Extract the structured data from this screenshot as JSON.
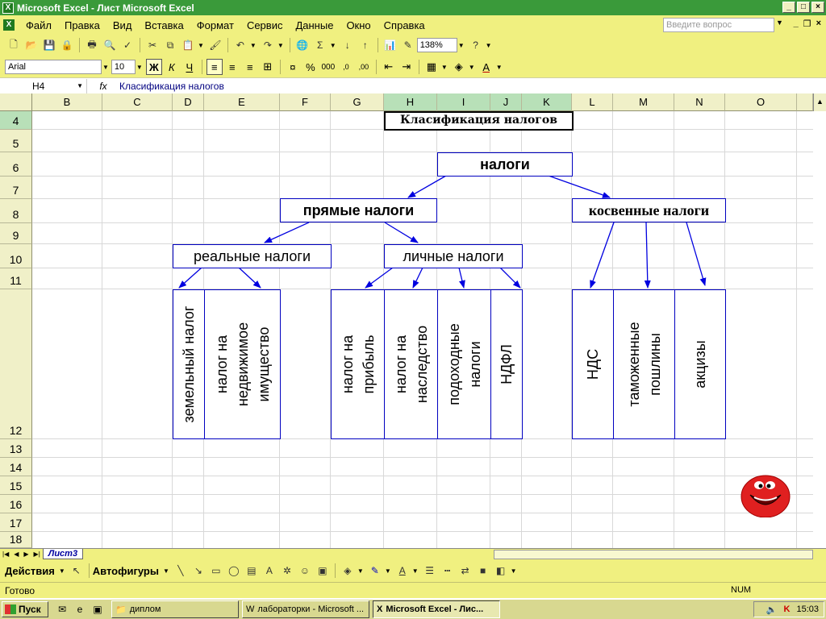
{
  "window": {
    "title": "Microsoft Excel - Лист Microsoft Excel",
    "icon": "excel-icon"
  },
  "menu": {
    "items": [
      "Файл",
      "Правка",
      "Вид",
      "Вставка",
      "Формат",
      "Сервис",
      "Данные",
      "Окно",
      "Справка"
    ],
    "ask_placeholder": "Введите вопрос"
  },
  "toolbar": {
    "zoom": "138%",
    "font": "Arial",
    "size": "10",
    "bold_label": "Ж",
    "italic_label": "К",
    "underline_label": "Ч"
  },
  "formula_bar": {
    "name_box": "H4",
    "fx": "fx",
    "content": "Класификация налогов"
  },
  "grid": {
    "columns": [
      "B",
      "C",
      "D",
      "E",
      "F",
      "G",
      "H",
      "I",
      "J",
      "K",
      "L",
      "M",
      "N",
      "O"
    ],
    "rows": [
      "4",
      "5",
      "6",
      "7",
      "8",
      "9",
      "10",
      "11",
      "12",
      "13",
      "14",
      "15",
      "16",
      "17",
      "18"
    ],
    "selected_cell": "H4"
  },
  "diagram": {
    "title": "Класификация налогов",
    "root": "налоги",
    "direct": "прямые налоги",
    "indirect": "косвенные налоги",
    "real": "реальные налоги",
    "personal": "личные налоги",
    "leaves": [
      {
        "id": "land",
        "text": "земельный налог"
      },
      {
        "id": "property",
        "text": "налог на\nнедвижимое\nимущество"
      },
      {
        "id": "profit",
        "text": "налог на\nприбыль"
      },
      {
        "id": "inheritance",
        "text": "налог на\nнаследство"
      },
      {
        "id": "income",
        "text": "подоходные\nналоги"
      },
      {
        "id": "ndfl",
        "text": "НДФЛ"
      },
      {
        "id": "vat",
        "text": "НДС"
      },
      {
        "id": "customs",
        "text": "таможенные\nпошлины"
      },
      {
        "id": "excise",
        "text": "акцизы"
      }
    ],
    "border_color": "#0000c0"
  },
  "sheets": {
    "active": "Лист3"
  },
  "drawing_toolbar": {
    "actions": "Действия",
    "autoshapes": "Автофигуры"
  },
  "status": {
    "ready": "Готово",
    "num": "NUM"
  },
  "taskbar": {
    "start": "Пуск",
    "tasks": [
      "диплом",
      "лабораторки - Microsoft ...",
      "Microsoft Excel - Лис..."
    ],
    "clock": "15:03"
  }
}
